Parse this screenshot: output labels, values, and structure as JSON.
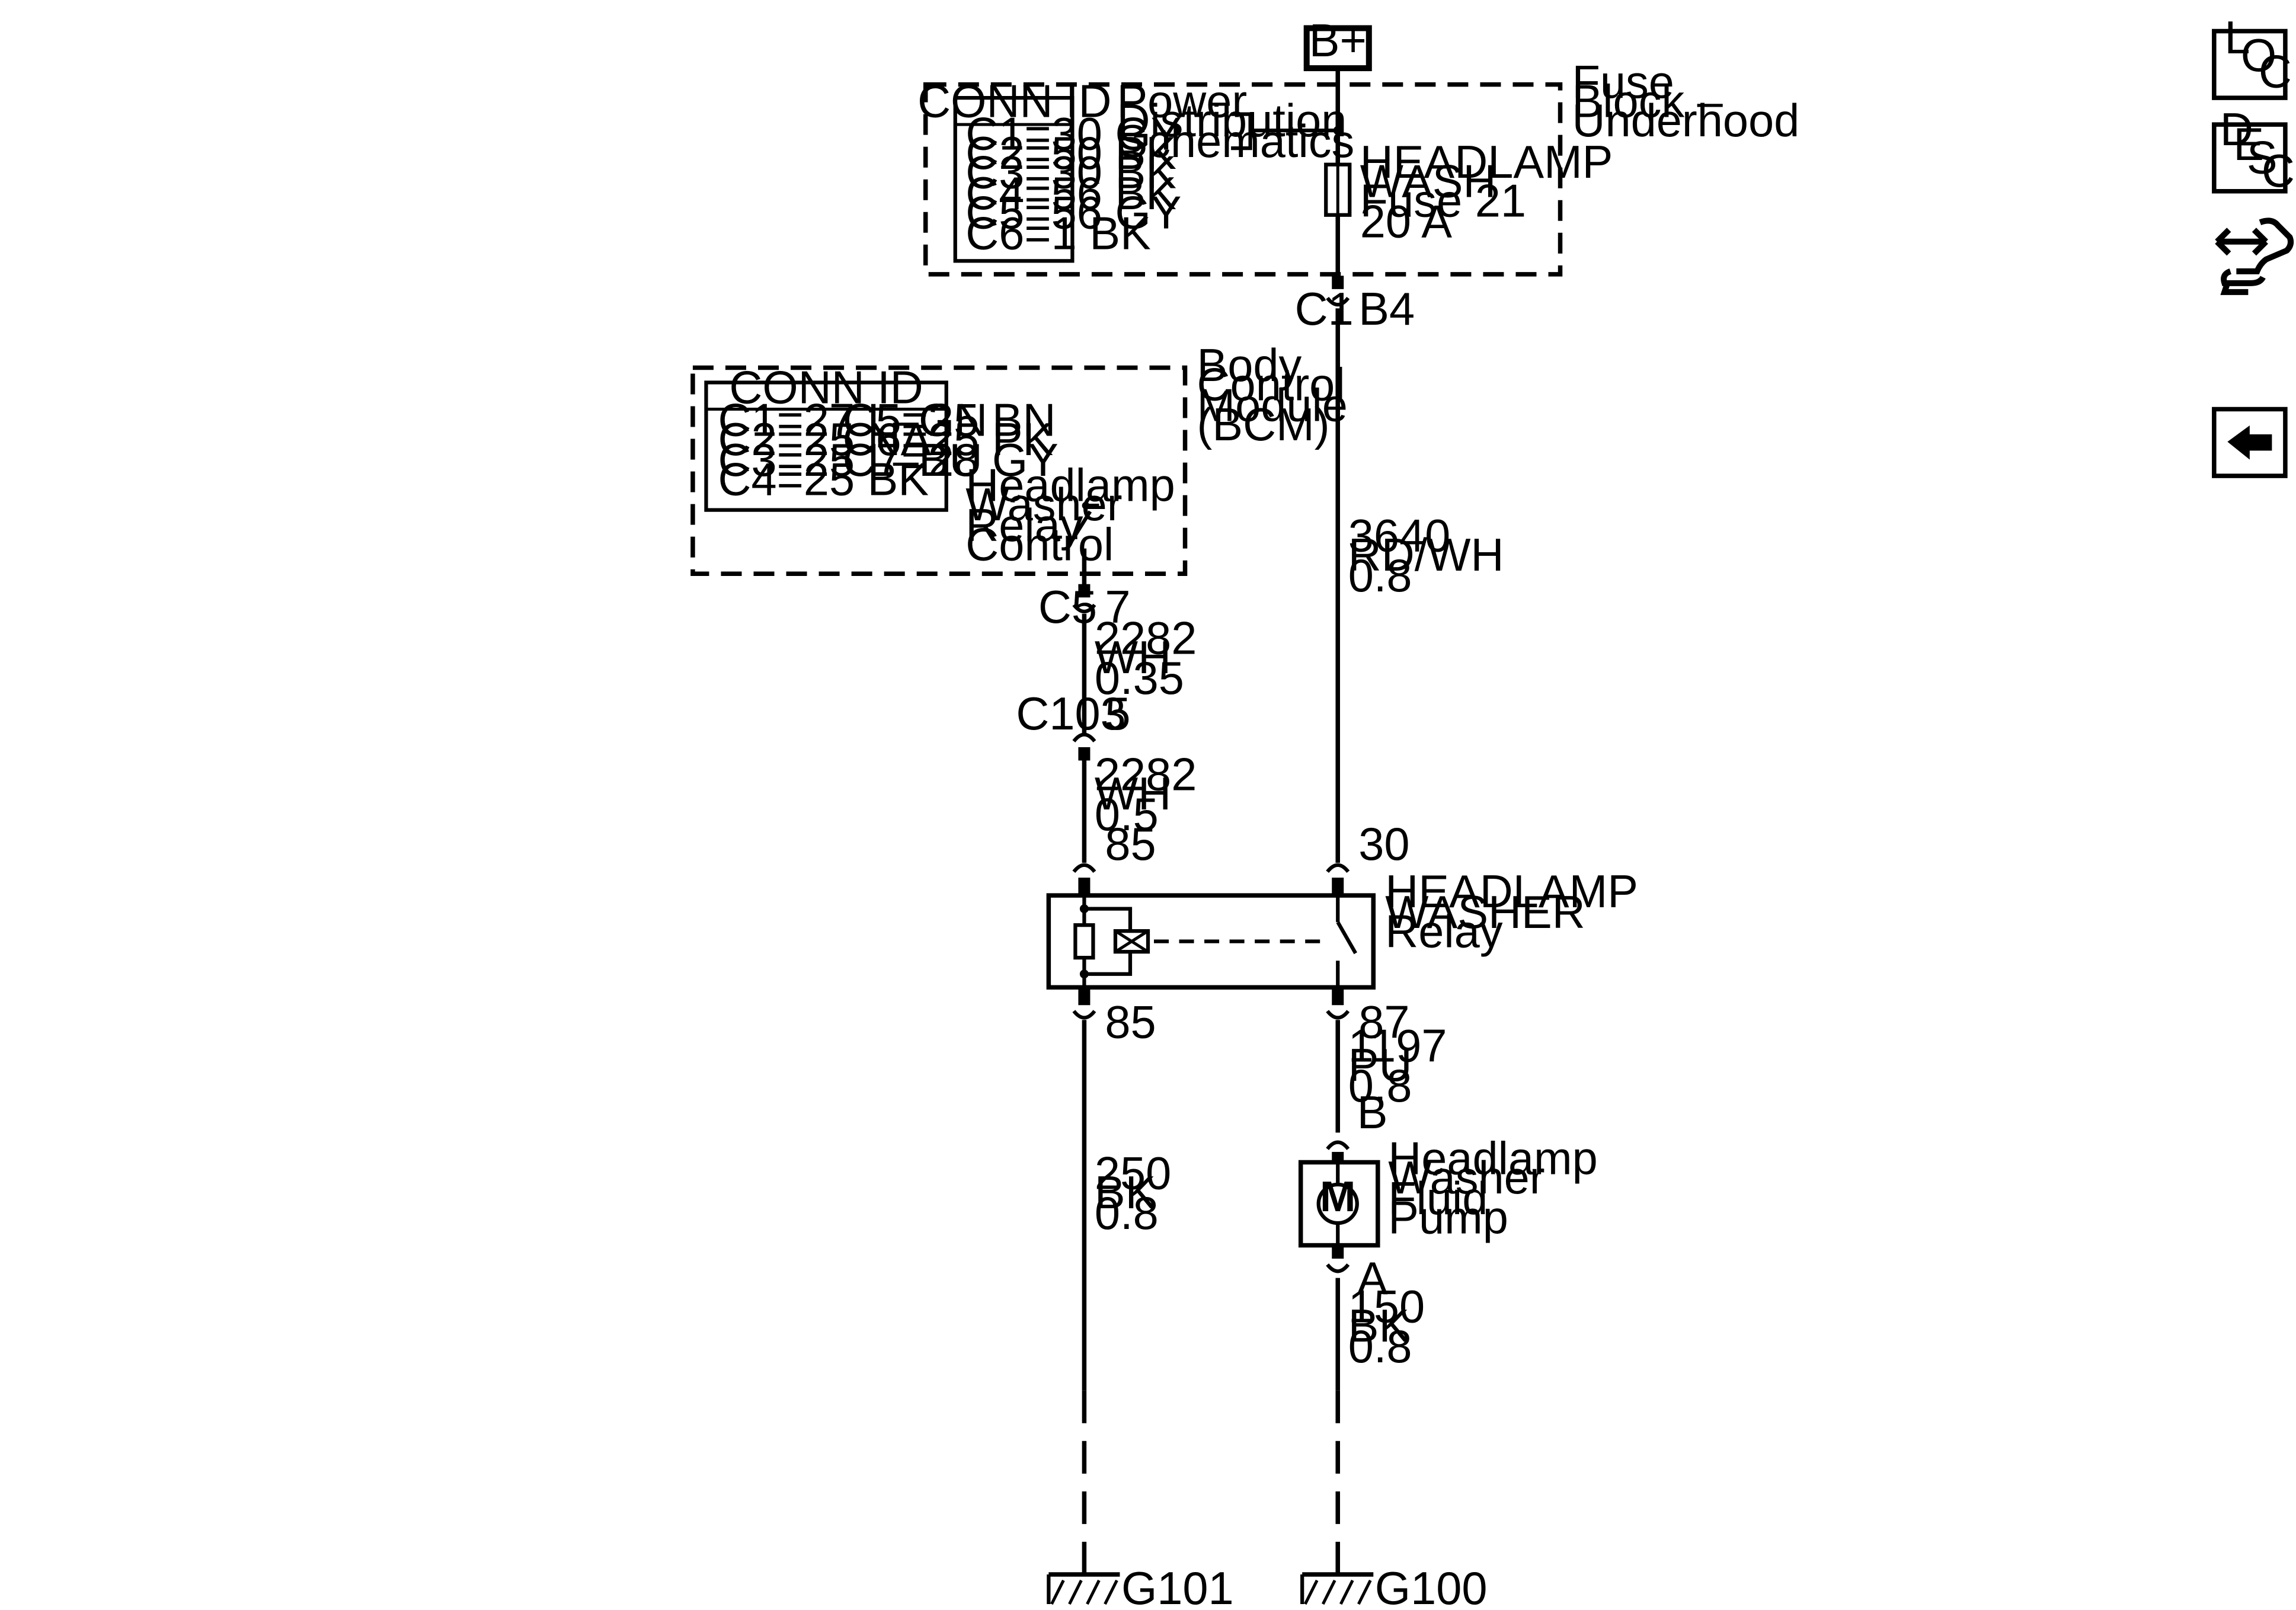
{
  "power_source": "B+",
  "fuse_block": {
    "title": [
      "Fuse",
      "Block –",
      "Underhood"
    ],
    "conn_id_title": "CONN ID",
    "conn_ids": [
      "C1=30 GY",
      "C2=50 BK",
      "C3=30 BK",
      "C4=56 BK",
      "C5=56 GY",
      "C6=1 BK"
    ],
    "ref": [
      "Power",
      "Distribution",
      "Schematics"
    ],
    "fuse": [
      "HEADLAMP",
      "WASH",
      "Fuse 21",
      "20 A"
    ],
    "connector": "C1",
    "pin": "B4"
  },
  "bcm": {
    "title": [
      "Body",
      "Control",
      "Module",
      "(BCM)"
    ],
    "conn_id_title": "CONN ID",
    "conn_ids_left": [
      "C1=27 L–GN",
      "C2=25 NA",
      "C3=25 L–BU",
      "C4=25 BK"
    ],
    "conn_ids_right": [
      "C5=25 BN",
      "C6=25 PK",
      "C7=28 GY"
    ],
    "switch_label": [
      "Headlamp",
      "Washer",
      "Relay",
      "Control"
    ],
    "connector": "C5",
    "pin": "7"
  },
  "wires": {
    "w3640": [
      "3640",
      "RD/WH",
      "0.8"
    ],
    "w2282a": [
      "2282",
      "WH",
      "0.35"
    ],
    "w2282b": [
      "2282",
      "WH",
      "0.5"
    ],
    "w250": [
      "250",
      "BK",
      "0.8"
    ],
    "w1197": [
      "1197",
      "PU",
      "0.8"
    ],
    "w150": [
      "150",
      "BK",
      "0.8"
    ]
  },
  "inline_connector": {
    "name": "C103",
    "pin": "5"
  },
  "relay": {
    "title": [
      "HEADLAMP",
      "WASHER",
      "Relay"
    ],
    "pin_85_top": "85",
    "pin_30": "30",
    "pin_85_bottom": "85",
    "pin_87": "87"
  },
  "pump": {
    "title": [
      "Headlamp",
      "Washer",
      "Fluid",
      "Pump"
    ],
    "motor_symbol": "M",
    "pin_b": "B",
    "pin_a": "A"
  },
  "grounds": {
    "left": "G101",
    "right": "G100"
  },
  "nav": {
    "loc": [
      "L",
      "O",
      "C"
    ],
    "desc": [
      "D",
      "E",
      "S",
      "C"
    ],
    "flow_icon": "diagnostic-flow-icon",
    "back_icon": "back-arrow-icon"
  }
}
